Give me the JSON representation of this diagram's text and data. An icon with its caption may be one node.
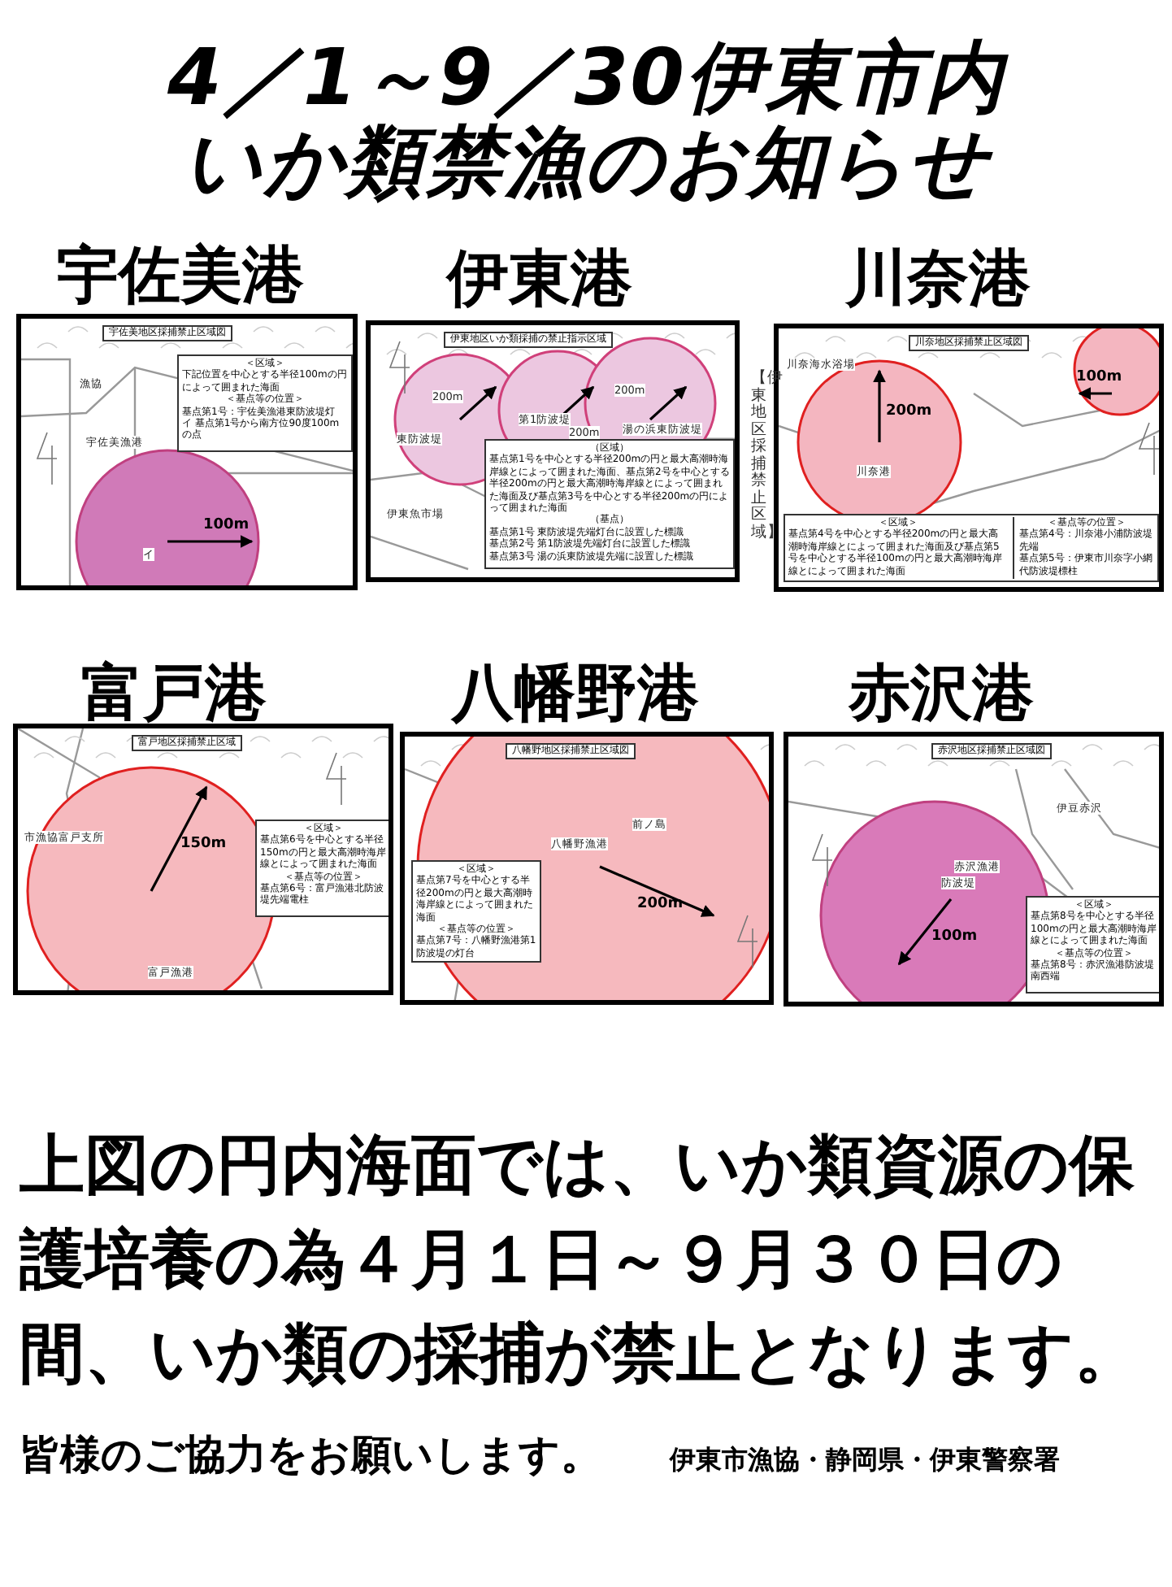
{
  "diagram": {
    "title": "4／1～9／30伊東市内いか類禁漁のお知らせ",
    "nodes": [
      {
        "text": [
          "宇佐美港"
        ]
      },
      {
        "text": [
          "宇佐美地区採捕禁止区域図"
        ],
        "in": 0
      },
      {
        "text": [
          "＜区域＞",
          "下記位置を中心とする半径100mの円によって囲まれた海面",
          "＜基点等の位置＞",
          "基点第1号：宇佐美漁港東防波堤灯",
          "イ 基点第1号から南方位90度100mの点"
        ],
        "in": 0
      },
      {
        "text": [
          "伊東港"
        ]
      },
      {
        "text": [
          "伊東地区いか類採捕の禁止指示区域"
        ],
        "in": 3
      },
      {
        "text": [
          "（区域）",
          "基点第1号を中心とする半径200mの円と最大高潮時海岸線とによって囲まれた海面、基点第2号を中心とする半径200mの円と最大高潮時海岸線とによって囲まれた海面及び基点第3号を中心とする半径200mの円によって囲まれた海面",
          "（基点）",
          "基点第1号 東防波堤先端灯台に設置した標識",
          "基点第2号 第1防波堤先端灯台に設置した標識",
          "基点第3号 湯の浜東防波堤先端に設置した標識"
        ],
        "in": 3
      },
      {
        "text": [
          "川奈港"
        ]
      },
      {
        "text": [
          "川奈地区採捕禁止区域図"
        ],
        "in": 6
      },
      {
        "text": [
          "＜区域＞",
          "基点第4号を中心とする半径200mの円と最大高潮時海岸線とによって囲まれた海面及び基点第5号を中心とする半径100mの円と最大高潮時海岸線とによって囲まれた海面",
          "＜基点等の位置＞",
          "基点第4号：川奈港小浦防波堤先端",
          "基点第5号：伊東市川奈字小網代防波堤標柱"
        ],
        "in": 6
      },
      {
        "text": [
          "富戸港"
        ]
      },
      {
        "text": [
          "富戸地区採捕禁止区域"
        ],
        "in": 9
      },
      {
        "text": [
          "＜区域＞",
          "基点第6号を中心とする半径150mの円と最大高潮時海岸線とによって囲まれた海面",
          "＜基点等の位置＞",
          "基点第6号：富戸漁港北防波堤先端電柱"
        ],
        "in": 9
      },
      {
        "text": [
          "八幡野港"
        ]
      },
      {
        "text": [
          "八幡野地区採捕禁止区域図"
        ],
        "in": 12
      },
      {
        "text": [
          "＜区域＞",
          "基点第7号を中心とする半径200mの円と最大高潮時海岸線とによって囲まれた海面",
          "＜基点等の位置＞",
          "基点第7号：八幡野漁港第1防波堤の灯台"
        ],
        "in": 12
      },
      {
        "text": [
          "赤沢港"
        ]
      },
      {
        "text": [
          "赤沢地区採捕禁止区域図"
        ],
        "in": 15
      },
      {
        "text": [
          "＜区域＞",
          "基点第8号を中心とする半径100mの円と最大高潮時海岸線とによって囲まれた海面",
          "＜基点等の位置＞",
          "基点第8号：赤沢漁港防波堤南西端"
        ],
        "in": 15
      }
    ],
    "labels": [
      "宇佐美漁港",
      "漁協",
      "100m",
      "イ",
      "東防波堤",
      "第1防波堤",
      "湯の浜東防波堤",
      "伊東魚市場",
      "200m",
      "200m",
      "200m",
      "【伊東地区採捕禁止区域】",
      "川奈海水浴場",
      "200m",
      "100m",
      "川奈港",
      "市漁協富戸支所",
      "150m",
      "富戸漁港",
      "八幡野漁港",
      "前ノ島",
      "200m",
      "伊豆赤沢",
      "赤沢漁港",
      "防波堤",
      "100m",
      "上図の円内海面では、いか類資源の保護培養の為４月１日～９月３０日の間、いか類の採捕が禁止となります。",
      "皆様のご協力をお願いします。",
      "伊東市漁協・静岡県・伊東警察署"
    ]
  }
}
